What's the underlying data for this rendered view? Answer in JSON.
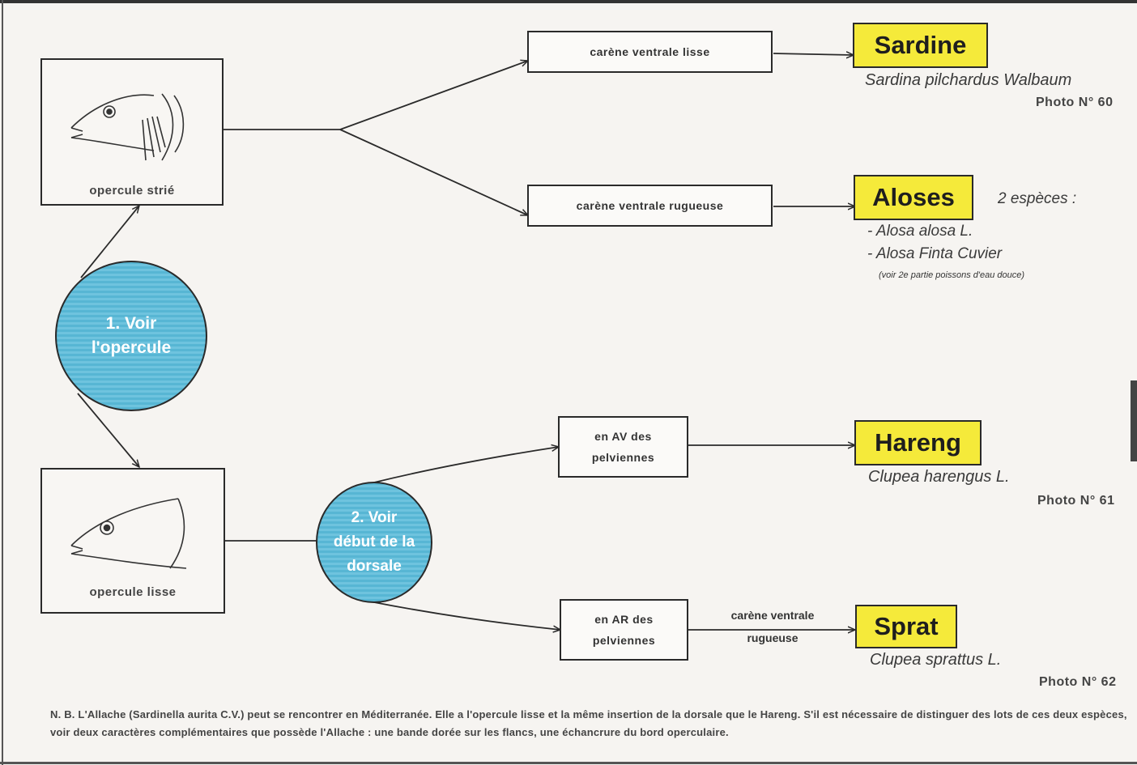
{
  "opercule_strie": {
    "label": "opercule strié",
    "icon": "fish-head-striated-operculum-icon"
  },
  "opercule_lisse": {
    "label": "opercule lisse",
    "icon": "fish-head-smooth-operculum-icon"
  },
  "step1": {
    "line1": "1. Voir",
    "line2": "l'opercule"
  },
  "step2": {
    "line1": "2. Voir",
    "line2": "début de la",
    "line3": "dorsale"
  },
  "criteria": {
    "carene_lisse": "carène  ventrale  lisse",
    "carene_rugueuse": "carène  ventrale  rugueuse",
    "av_line1": "en AV des",
    "av_line2": "pelviennes",
    "ar_line1": "en AR des",
    "ar_line2": "pelviennes",
    "sprat_line1": "carène  ventrale",
    "sprat_line2": "rugueuse"
  },
  "species": {
    "sardine": {
      "name": "Sardine",
      "latin": "Sardina pilchardus Walbaum",
      "photo": "Photo N° 60"
    },
    "aloses": {
      "name": "Aloses",
      "count": "2 espèces :",
      "item1": "- Alosa alosa L.",
      "item2": "- Alosa Finta Cuvier",
      "note": "(voir 2e partie poissons d'eau douce)"
    },
    "hareng": {
      "name": "Hareng",
      "latin": "Clupea harengus L.",
      "photo": "Photo N° 61"
    },
    "sprat": {
      "name": "Sprat",
      "latin": "Clupea sprattus L.",
      "photo": "Photo N° 62"
    }
  },
  "footnote": "N. B. L'Allache (Sardinella aurita C.V.) peut se rencontrer en Méditerranée. Elle a l'opercule lisse et la même insertion de la dorsale que le Hareng. S'il est nécessaire de distinguer des lots de ces deux espèces, voir deux caractères complémentaires que possède l'Allache : une bande dorée sur les flancs, une échancrure du bord operculaire.",
  "colors": {
    "circle": "#6ec3de",
    "species_box": "#f5ea3a"
  }
}
